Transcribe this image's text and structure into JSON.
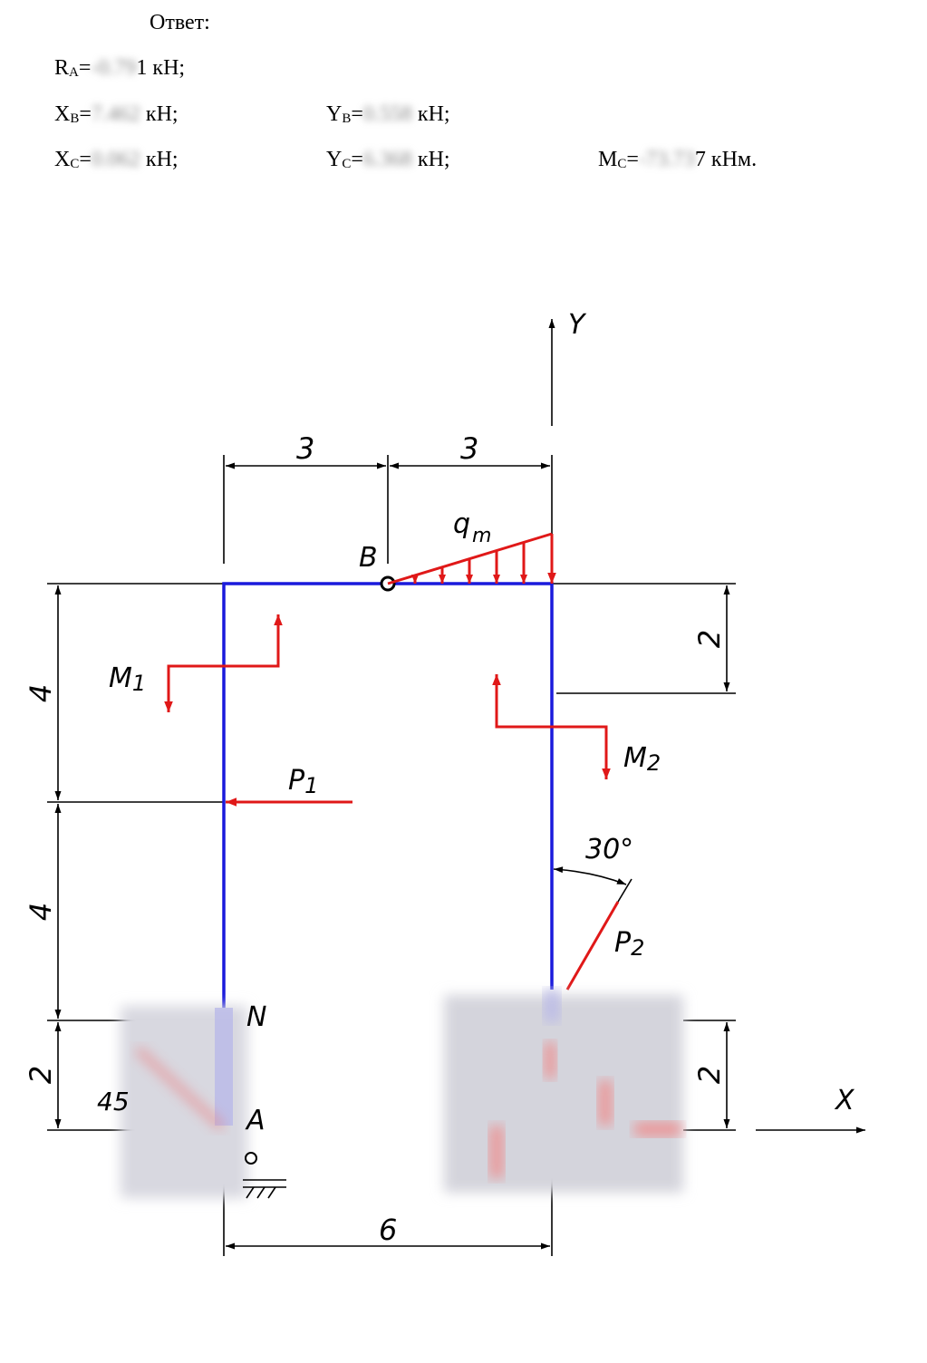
{
  "answer": {
    "header": "Ответ:",
    "ra": {
      "name": "R",
      "sub": "A",
      "eq": "=",
      "hidden": "-0.79",
      "tail": "1 кН;"
    },
    "xb": {
      "name": "X",
      "sub": "B",
      "eq": "=",
      "hidden": "7.462",
      "tail": " кН;"
    },
    "yb": {
      "name": "Y",
      "sub": "B",
      "eq": "=",
      "hidden": "0.558",
      "tail": " кН;"
    },
    "xc": {
      "name": "X",
      "sub": "C",
      "eq": "=",
      "hidden": "0.062",
      "tail": " кН;"
    },
    "yc": {
      "name": "Y",
      "sub": "C",
      "eq": "=",
      "hidden": "6.368",
      "tail": " кН;"
    },
    "mc": {
      "name": "M",
      "sub": "C",
      "eq": "=",
      "hidden": "-73.73",
      "tail": "7 кНм."
    }
  },
  "diagram": {
    "axis_y": "Y",
    "axis_x": "X",
    "dim_top_left": "3",
    "dim_top_right": "3",
    "dim_left_upper": "4",
    "dim_left_lower": "4",
    "dim_left_bottom": "2",
    "dim_right_upper": "2",
    "dim_right_bottom": "2",
    "dim_bottom": "6",
    "angle_p2": "30°",
    "angle_a": "45",
    "point_b": "B",
    "point_a": "A",
    "point_n": "N",
    "load_q": "q",
    "load_q_sub": "m",
    "moment_1": "M",
    "moment_1_sub": "1",
    "moment_2": "M",
    "moment_2_sub": "2",
    "force_1": "P",
    "force_1_sub": "1",
    "force_2": "P",
    "force_2_sub": "2"
  },
  "colors": {
    "frame": "#1a1adc",
    "load": "#e01818",
    "dimension": "#000000"
  }
}
